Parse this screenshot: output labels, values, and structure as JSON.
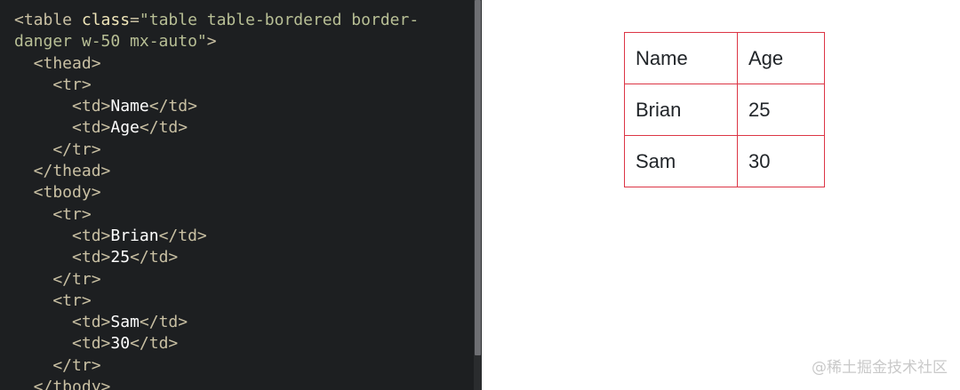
{
  "code_lines": [
    [
      {
        "c": "t",
        "v": "<table "
      },
      {
        "c": "a",
        "v": "class"
      },
      {
        "c": "t",
        "v": "="
      },
      {
        "c": "s",
        "v": "\"table table-bordered border-"
      }
    ],
    [
      {
        "c": "s",
        "v": "danger w-50 mx-auto\""
      },
      {
        "c": "t",
        "v": ">"
      }
    ],
    [
      {
        "c": "t",
        "v": "  <thead>"
      }
    ],
    [
      {
        "c": "t",
        "v": "    <tr>"
      }
    ],
    [
      {
        "c": "t",
        "v": "      <td>"
      },
      {
        "c": "x",
        "v": "Name"
      },
      {
        "c": "t",
        "v": "</td>"
      }
    ],
    [
      {
        "c": "t",
        "v": "      <td>"
      },
      {
        "c": "x",
        "v": "Age"
      },
      {
        "c": "t",
        "v": "</td>"
      }
    ],
    [
      {
        "c": "t",
        "v": "    </tr>"
      }
    ],
    [
      {
        "c": "t",
        "v": "  </thead>"
      }
    ],
    [
      {
        "c": "t",
        "v": "  <tbody>"
      }
    ],
    [
      {
        "c": "t",
        "v": "    <tr>"
      }
    ],
    [
      {
        "c": "t",
        "v": "      <td>"
      },
      {
        "c": "x",
        "v": "Brian"
      },
      {
        "c": "t",
        "v": "</td>"
      }
    ],
    [
      {
        "c": "t",
        "v": "      <td>"
      },
      {
        "c": "x",
        "v": "25"
      },
      {
        "c": "t",
        "v": "</td>"
      }
    ],
    [
      {
        "c": "t",
        "v": "    </tr>"
      }
    ],
    [
      {
        "c": "t",
        "v": "    <tr>"
      }
    ],
    [
      {
        "c": "t",
        "v": "      <td>"
      },
      {
        "c": "x",
        "v": "Sam"
      },
      {
        "c": "t",
        "v": "</td>"
      }
    ],
    [
      {
        "c": "t",
        "v": "      <td>"
      },
      {
        "c": "x",
        "v": "30"
      },
      {
        "c": "t",
        "v": "</td>"
      }
    ],
    [
      {
        "c": "t",
        "v": "    </tr>"
      }
    ],
    [
      {
        "c": "t",
        "v": "  </tbody>"
      }
    ]
  ],
  "preview_table": {
    "rows": [
      [
        "Name",
        "Age"
      ],
      [
        "Brian",
        "25"
      ],
      [
        "Sam",
        "30"
      ]
    ],
    "border_color": "#dc3545"
  },
  "watermark": "@稀土掘金技术社区"
}
